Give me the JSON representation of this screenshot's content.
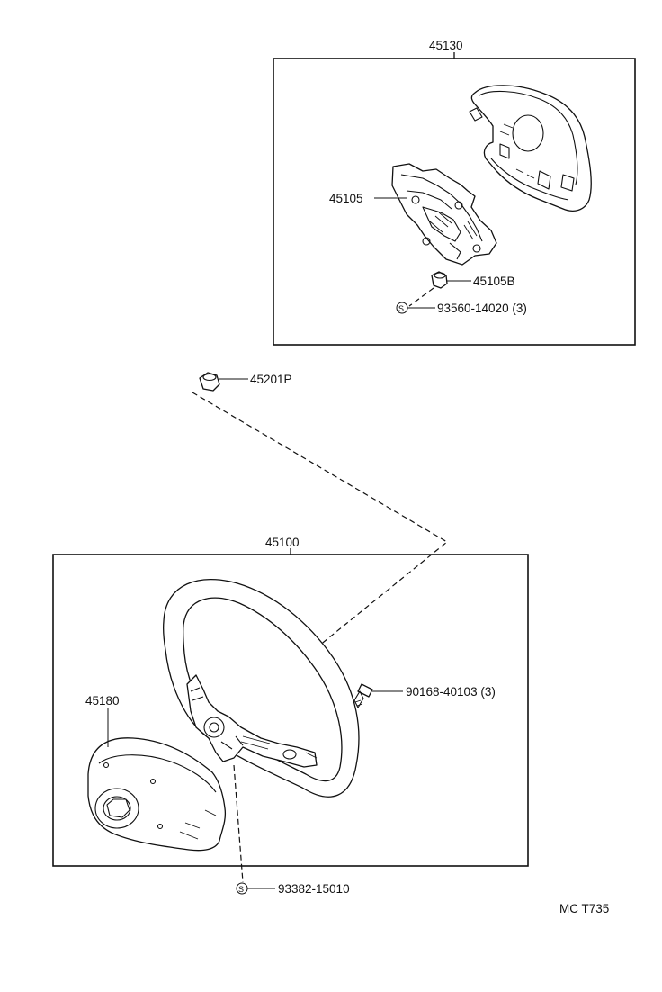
{
  "labels": {
    "assembly_top": "45130",
    "plate": "45105",
    "nut_b": "45105B",
    "screw_top": "93560-14020 (3)",
    "nut_p": "45201P",
    "wheel": "45100",
    "bolt": "90168-40103 (3)",
    "pad": "45180",
    "screw_bottom": "93382-15010",
    "symbol_s": "S",
    "figure_code": "MC T735"
  }
}
